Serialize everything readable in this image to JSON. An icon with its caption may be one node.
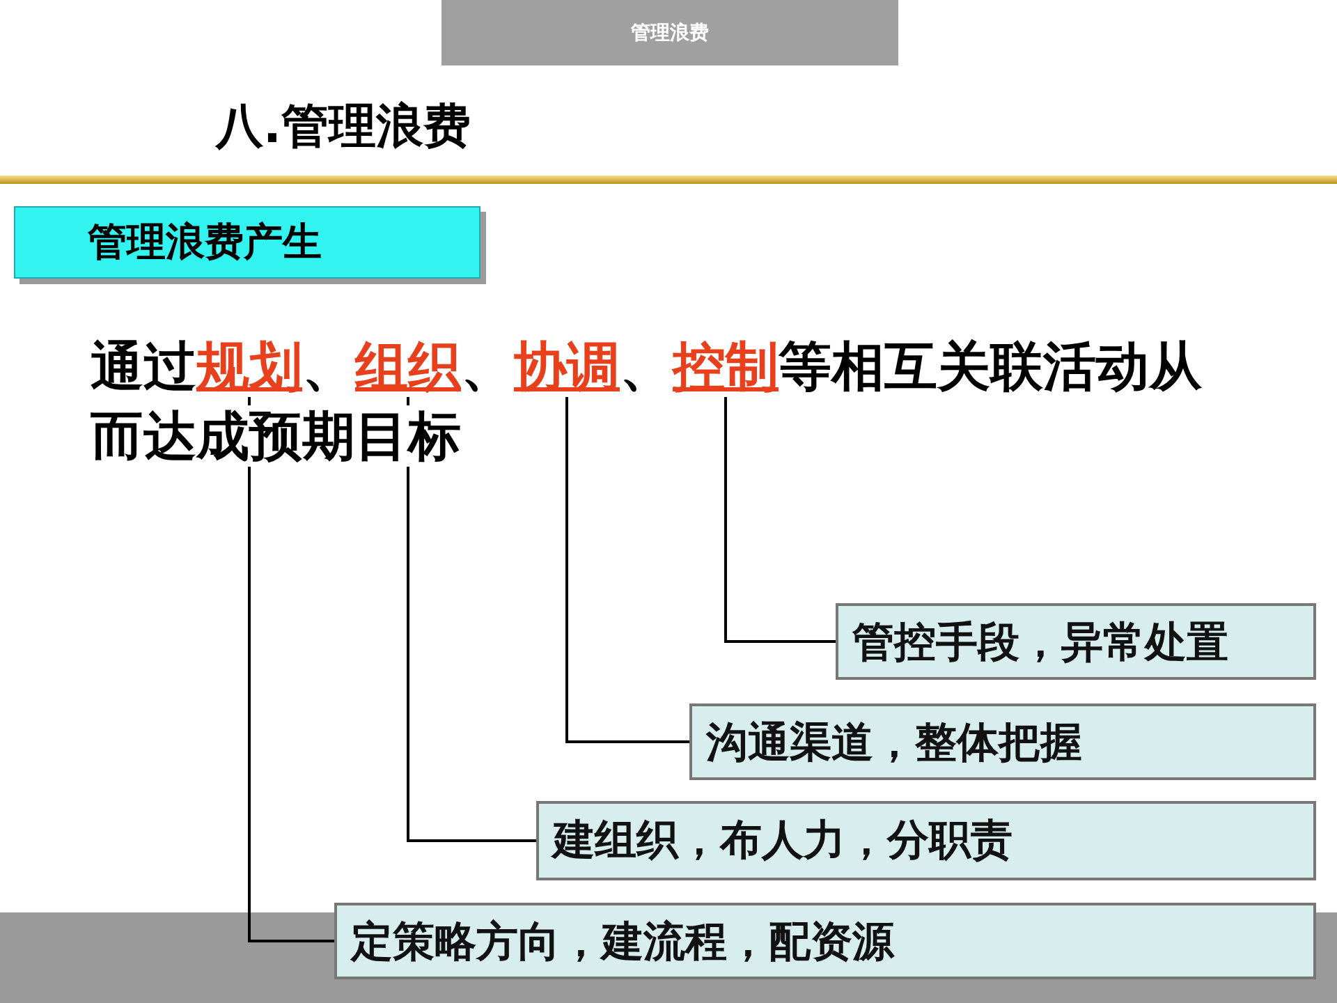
{
  "diagram": {
    "title": "八.管理浪费",
    "nodes": [
      {
        "text": [
          "管理浪费产生"
        ]
      },
      {
        "text": [
          "规划"
        ]
      },
      {
        "text": [
          "组织"
        ]
      },
      {
        "text": [
          "协调"
        ]
      },
      {
        "text": [
          "控制"
        ]
      },
      {
        "text": [
          "管控手段，异常处置"
        ]
      },
      {
        "text": [
          "沟通渠道，整体把握"
        ]
      },
      {
        "text": [
          "建组织，布人力，分职责"
        ]
      },
      {
        "text": [
          "定策略方向，建流程，配资源"
        ]
      }
    ],
    "edges": [
      {
        "from": 1,
        "to": 8,
        "arrow": "none"
      },
      {
        "from": 2,
        "to": 7,
        "arrow": "none"
      },
      {
        "from": 3,
        "to": 6,
        "arrow": "none"
      },
      {
        "from": 4,
        "to": 5,
        "arrow": "none"
      }
    ],
    "labels": [
      "管理浪费",
      "通过",
      "、",
      "、",
      "、",
      "等相互关联活动从而达成预期目标"
    ]
  }
}
